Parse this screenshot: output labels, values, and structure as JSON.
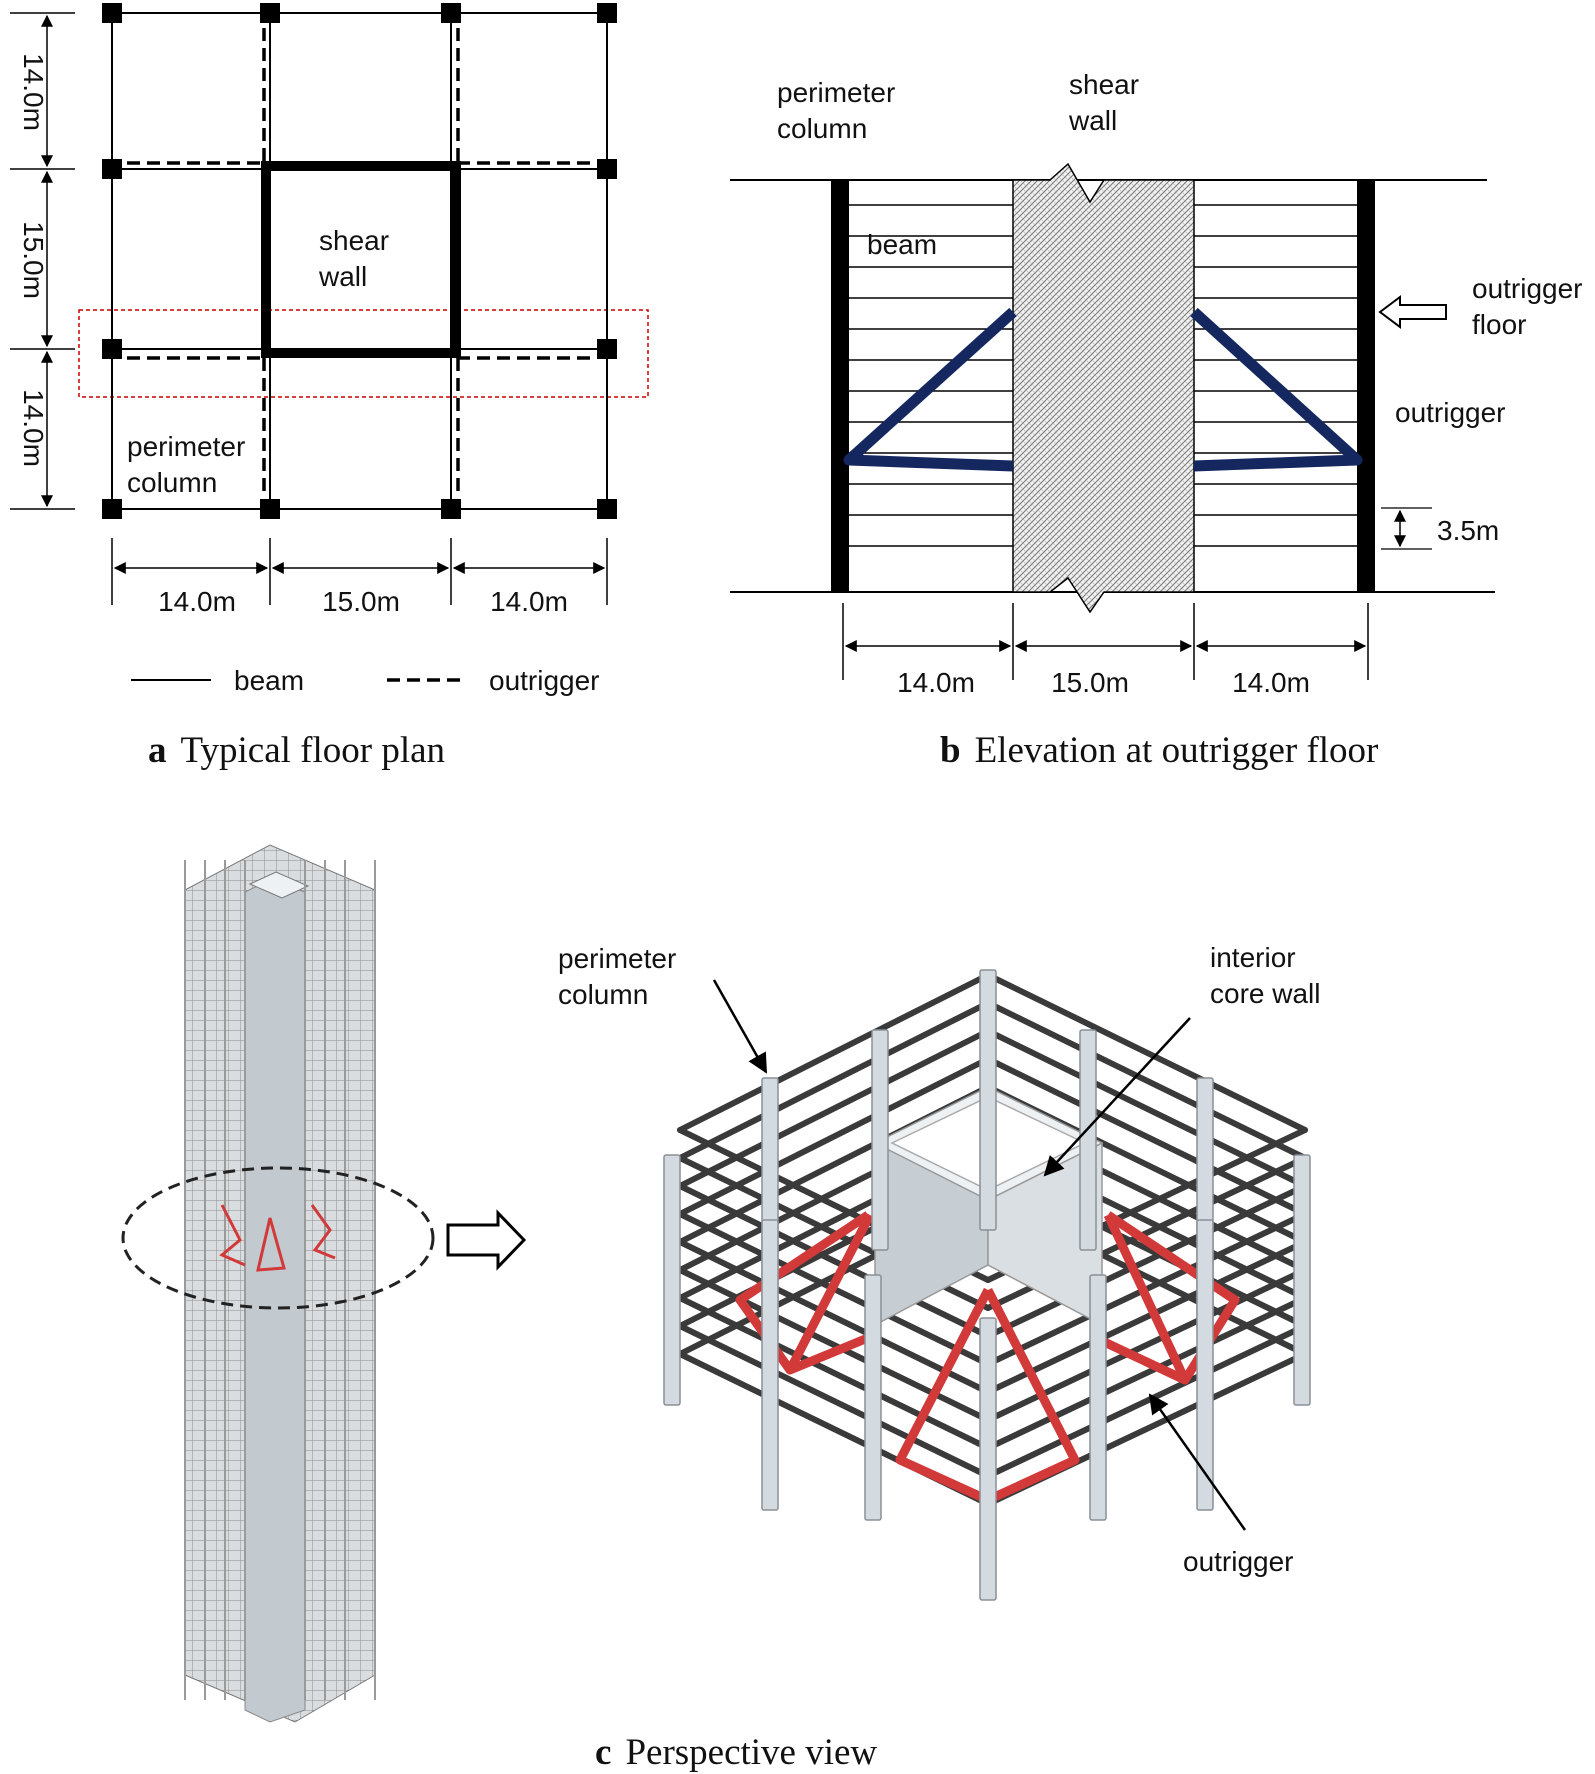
{
  "panel_a": {
    "caption_letter": "a",
    "caption_text": "Typical floor plan",
    "dim_left": [
      "14.0m",
      "15.0m",
      "14.0m"
    ],
    "dim_bottom": [
      "14.0m",
      "15.0m",
      "14.0m"
    ],
    "shear_wall_label": [
      "shear",
      "wall"
    ],
    "column_label": [
      "perimeter",
      "column"
    ],
    "legend": {
      "beam": "beam",
      "outrigger": "outrigger"
    },
    "colors": {
      "highlight_box": "#cc0000"
    }
  },
  "panel_b": {
    "caption_letter": "b",
    "caption_text": "Elevation at outrigger floor",
    "column_label": [
      "perimeter",
      "column"
    ],
    "shear_wall_label": [
      "shear",
      "wall"
    ],
    "beam_label": "beam",
    "outrigger_floor_label": [
      "outrigger",
      "floor"
    ],
    "outrigger_label": "outrigger",
    "story_height": "3.5m",
    "dims": [
      "14.0m",
      "15.0m",
      "14.0m"
    ],
    "colors": {
      "outrigger": "#14285f"
    }
  },
  "panel_c": {
    "caption_letter": "c",
    "caption_text": "Perspective view",
    "column_label": [
      "perimeter",
      "column"
    ],
    "core_label": [
      "interior",
      "core wall"
    ],
    "outrigger_label": "outrigger",
    "colors": {
      "outrigger": "#d23a3a",
      "frame": "#3a3a3a",
      "concrete": "#d4dbe0"
    }
  }
}
